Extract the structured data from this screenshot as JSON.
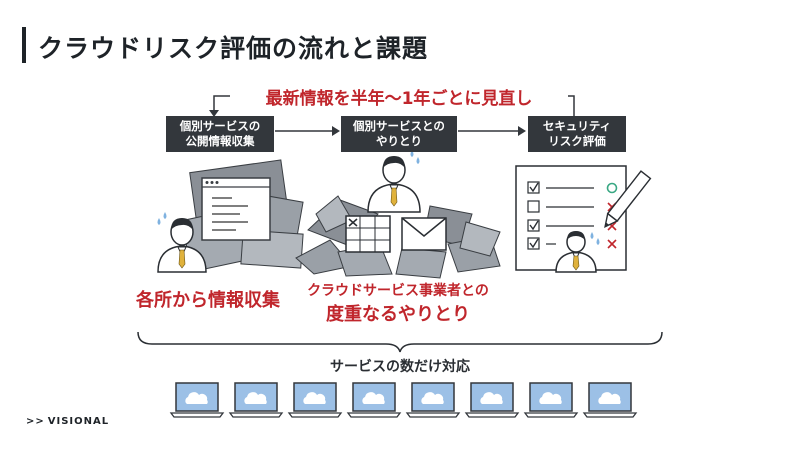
{
  "header": {
    "title": "クラウドリスク評価の流れと課題"
  },
  "cycle_label": "最新情報を半年〜1年ごとに見直し",
  "steps": [
    {
      "line1": "個別サービスの",
      "line2": "公開情報収集"
    },
    {
      "line1": "個別サービスとの",
      "line2": "やりとり"
    },
    {
      "line1": "セキュリティ",
      "line2": "リスク評価"
    }
  ],
  "captions": {
    "collect": "各所から情報収集",
    "exchange_line1": "クラウドサービス事業者との",
    "exchange_line2": "度重なるやりとり"
  },
  "bottom_label": "サービスの数だけ対応",
  "laptop_count": 8,
  "logo": {
    "text": "VISIONAL"
  },
  "colors": {
    "accent_red": "#c0262c",
    "dark": "#33373c",
    "laptop_screen": "#9cc0e6"
  }
}
